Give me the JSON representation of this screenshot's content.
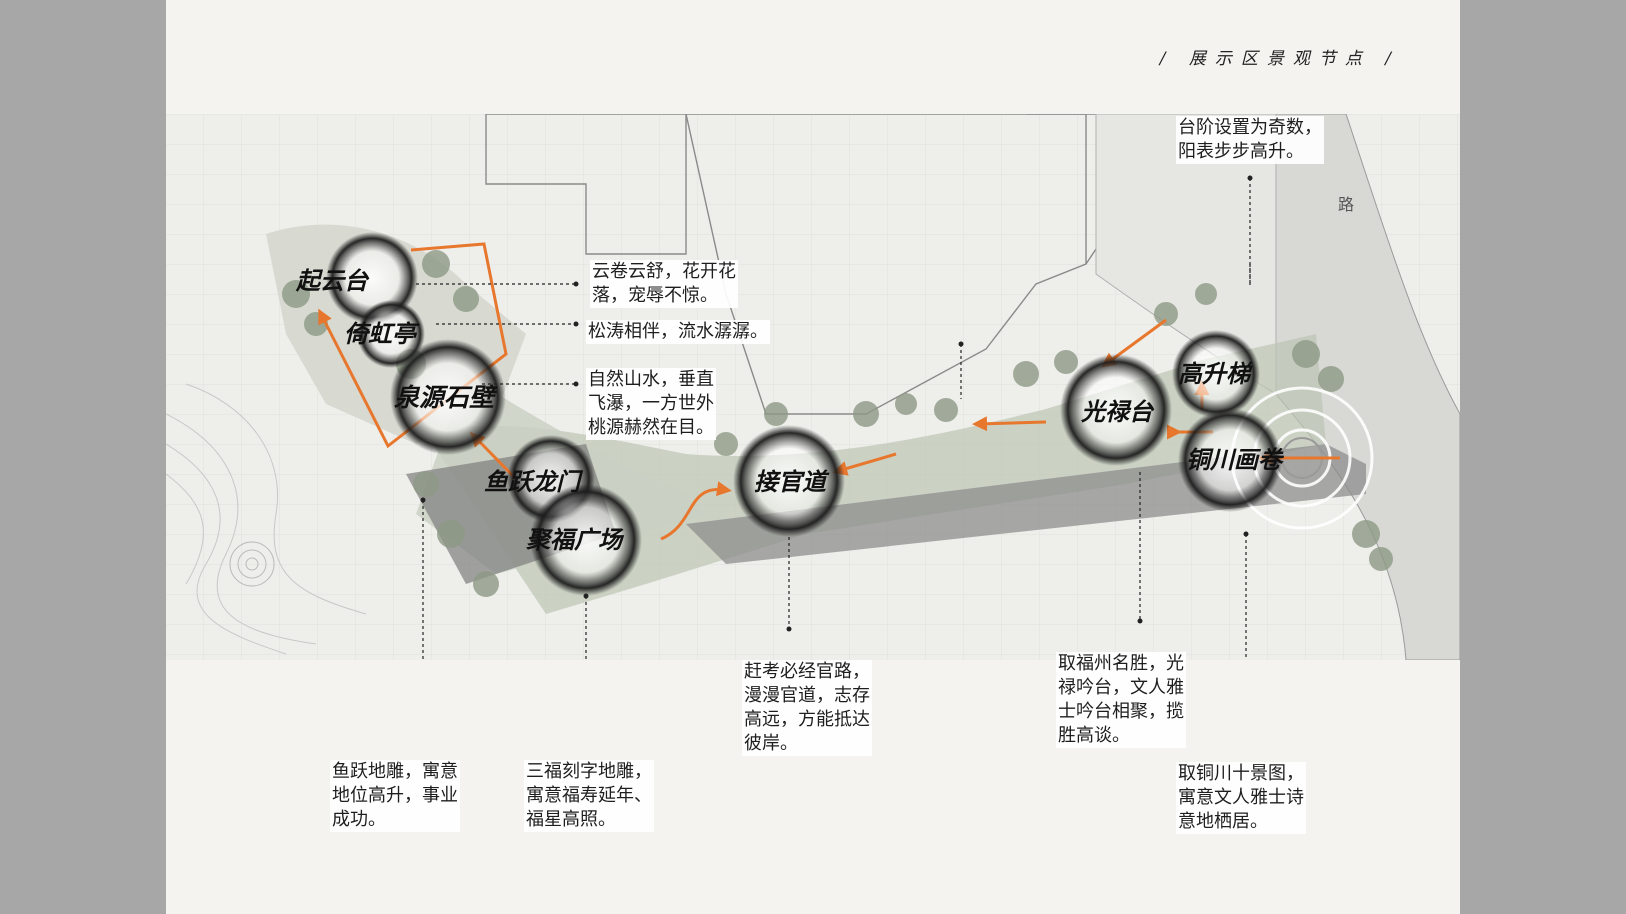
{
  "page_title": "/ 展示区景观节点 /",
  "road_label": "路",
  "nodes": [
    {
      "id": "qiyuntai",
      "label": "起云台"
    },
    {
      "id": "yihongting",
      "label": "倚虹亭"
    },
    {
      "id": "quanyuanshibi",
      "label": "泉源石壁"
    },
    {
      "id": "yuyuelongmen",
      "label": "鱼跃龙门"
    },
    {
      "id": "jufuguangchang",
      "label": "聚福广场"
    },
    {
      "id": "jieguandao",
      "label": "接官道"
    },
    {
      "id": "guanglutai",
      "label": "光禄台"
    },
    {
      "id": "gaoshengti",
      "label": "高升梯"
    },
    {
      "id": "tongchuanhuajuan",
      "label": "铜川画卷"
    }
  ],
  "descriptions": {
    "gaoshengti": [
      "台阶设置为奇数，",
      "阳表步步高升。"
    ],
    "qiyuntai": [
      "云卷云舒，花开花",
      "落，宠辱不惊。"
    ],
    "yihongting": [
      "松涛相伴，流水潺潺。"
    ],
    "quanyuanshibi": [
      "自然山水，垂直",
      "飞瀑，一方世外",
      "桃源赫然在目。"
    ],
    "jieguandao": [
      "赶考必经官路，",
      "漫漫官道，志存",
      "高远，方能抵达",
      "彼岸。"
    ],
    "guanglutai": [
      "取福州名胜，光",
      "禄吟台，文人雅",
      "士吟台相聚，揽",
      "胜高谈。"
    ],
    "yuyuelongmen": [
      "鱼跃地雕，寓意",
      "地位高升，事业",
      "成功。"
    ],
    "jufuguangchang": [
      "三福刻字地雕，",
      "寓意福寿延年、",
      "福星高照。"
    ],
    "tongchuanhuajuan": [
      "取铜川十景图，",
      "寓意文人雅士诗",
      "意地栖居。"
    ]
  },
  "colors": {
    "accent": "#e8772e",
    "ink": "#1a1a1a",
    "paper": "#f4f3ef"
  }
}
